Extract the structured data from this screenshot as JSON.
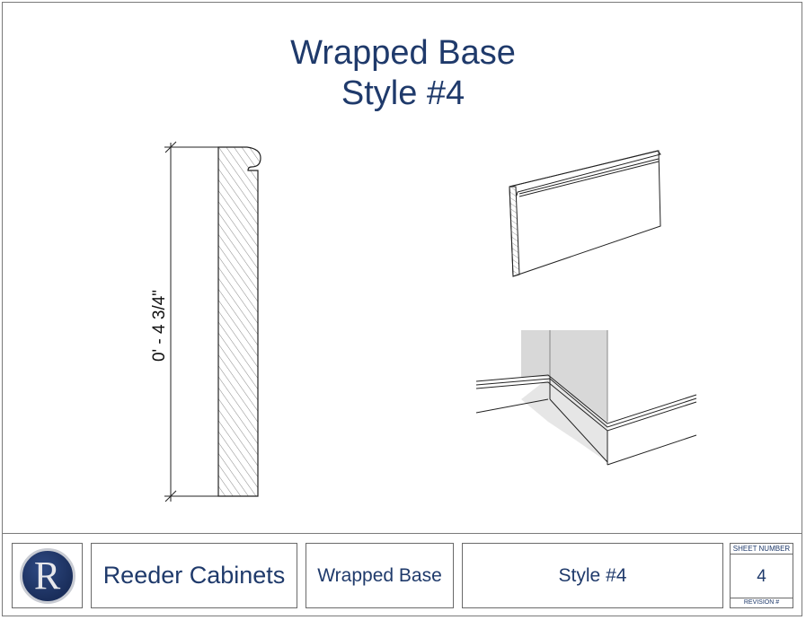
{
  "title": {
    "line1": "Wrapped Base",
    "line2": "Style #4"
  },
  "dimension": {
    "label": "0' - 4 3/4\""
  },
  "title_block": {
    "logo_letter": "R",
    "company": "Reeder Cabinets",
    "name": "Wrapped Base",
    "style": "Style #4",
    "sheet_number_label": "SHEET NUMBER",
    "sheet_number": "4",
    "revision_label": "REVISION #"
  }
}
